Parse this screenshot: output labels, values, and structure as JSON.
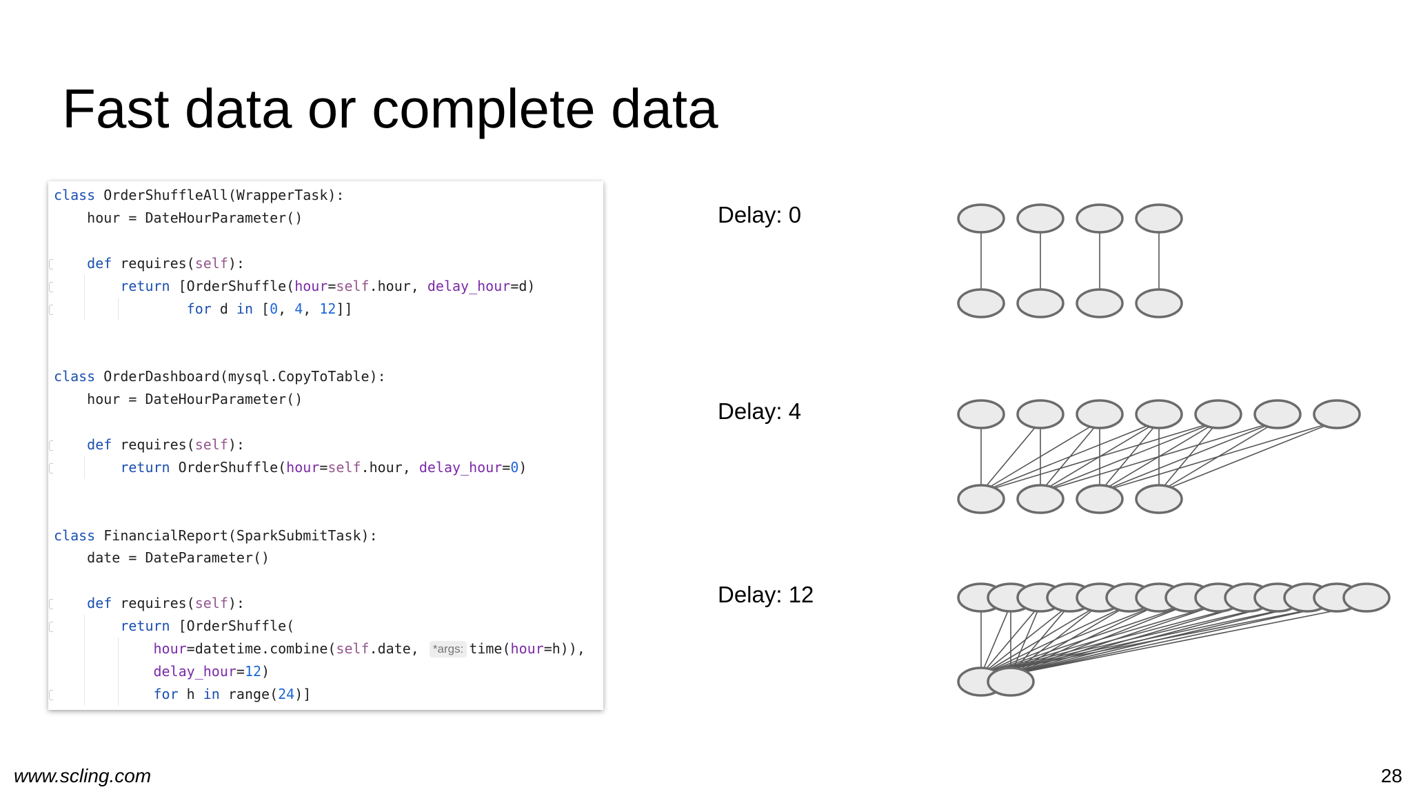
{
  "slide": {
    "title": "Fast data or complete data",
    "footer_url": "www.scling.com",
    "page_number": "28"
  },
  "code": {
    "lines": [
      [
        {
          "t": "class ",
          "c": "kw"
        },
        {
          "t": "OrderShuffleAll(WrapperTask):"
        }
      ],
      [
        {
          "t": "    hour = DateHourParameter()"
        }
      ],
      [],
      [
        {
          "t": "    "
        },
        {
          "t": "def ",
          "c": "kw"
        },
        {
          "t": "requires("
        },
        {
          "t": "self",
          "c": "self"
        },
        {
          "t": "):"
        }
      ],
      [
        {
          "t": "        "
        },
        {
          "t": "return ",
          "c": "kw"
        },
        {
          "t": "[OrderShuffle("
        },
        {
          "t": "hour",
          "c": "param"
        },
        {
          "t": "="
        },
        {
          "t": "self",
          "c": "self"
        },
        {
          "t": ".hour, "
        },
        {
          "t": "delay_hour",
          "c": "param"
        },
        {
          "t": "=d)"
        }
      ],
      [
        {
          "t": "                "
        },
        {
          "t": "for ",
          "c": "kw"
        },
        {
          "t": "d "
        },
        {
          "t": "in ",
          "c": "kw"
        },
        {
          "t": "["
        },
        {
          "t": "0",
          "c": "num"
        },
        {
          "t": ", "
        },
        {
          "t": "4",
          "c": "num"
        },
        {
          "t": ", "
        },
        {
          "t": "12",
          "c": "num"
        },
        {
          "t": "]]"
        }
      ],
      [],
      [],
      [
        {
          "t": "class ",
          "c": "kw"
        },
        {
          "t": "OrderDashboard(mysql.CopyToTable):"
        }
      ],
      [
        {
          "t": "    hour = DateHourParameter()"
        }
      ],
      [],
      [
        {
          "t": "    "
        },
        {
          "t": "def ",
          "c": "kw"
        },
        {
          "t": "requires("
        },
        {
          "t": "self",
          "c": "self"
        },
        {
          "t": "):"
        }
      ],
      [
        {
          "t": "        "
        },
        {
          "t": "return ",
          "c": "kw"
        },
        {
          "t": "OrderShuffle("
        },
        {
          "t": "hour",
          "c": "param"
        },
        {
          "t": "="
        },
        {
          "t": "self",
          "c": "self"
        },
        {
          "t": ".hour, "
        },
        {
          "t": "delay_hour",
          "c": "param"
        },
        {
          "t": "="
        },
        {
          "t": "0",
          "c": "num"
        },
        {
          "t": ")"
        }
      ],
      [],
      [],
      [
        {
          "t": "class ",
          "c": "kw"
        },
        {
          "t": "FinancialReport(SparkSubmitTask):"
        }
      ],
      [
        {
          "t": "    date = DateParameter()"
        }
      ],
      [],
      [
        {
          "t": "    "
        },
        {
          "t": "def ",
          "c": "kw"
        },
        {
          "t": "requires("
        },
        {
          "t": "self",
          "c": "self"
        },
        {
          "t": "):"
        }
      ],
      [
        {
          "t": "        "
        },
        {
          "t": "return ",
          "c": "kw"
        },
        {
          "t": "[OrderShuffle("
        }
      ],
      [
        {
          "t": "            "
        },
        {
          "t": "hour",
          "c": "param"
        },
        {
          "t": "=datetime.combine("
        },
        {
          "t": "self",
          "c": "self"
        },
        {
          "t": ".date, "
        },
        {
          "t": "*args:",
          "c": "hint"
        },
        {
          "t": "time("
        },
        {
          "t": "hour",
          "c": "param"
        },
        {
          "t": "=h)),"
        }
      ],
      [
        {
          "t": "            "
        },
        {
          "t": "delay_hour",
          "c": "param"
        },
        {
          "t": "="
        },
        {
          "t": "12",
          "c": "num"
        },
        {
          "t": ")"
        }
      ],
      [
        {
          "t": "            "
        },
        {
          "t": "for ",
          "c": "kw"
        },
        {
          "t": "h "
        },
        {
          "t": "in ",
          "c": "kw"
        },
        {
          "t": "range("
        },
        {
          "t": "24",
          "c": "num"
        },
        {
          "t": ")]"
        }
      ]
    ]
  },
  "graphs": [
    {
      "label": "Delay: 0",
      "delay_hours": 0,
      "top_nodes": 4,
      "bottom_nodes": 4
    },
    {
      "label": "Delay: 4",
      "delay_hours": 4,
      "top_nodes": 7,
      "bottom_nodes": 4
    },
    {
      "label": "Delay: 12",
      "delay_hours": 12,
      "top_nodes": 14,
      "bottom_nodes": 2
    }
  ],
  "colors": {
    "node_fill": "#ebebeb",
    "node_stroke": "#6b6b6b",
    "edge": "#555555",
    "keyword": "#1a4fb0",
    "self": "#94558d",
    "parameter": "#7a2aa8",
    "number": "#1c66d6"
  }
}
